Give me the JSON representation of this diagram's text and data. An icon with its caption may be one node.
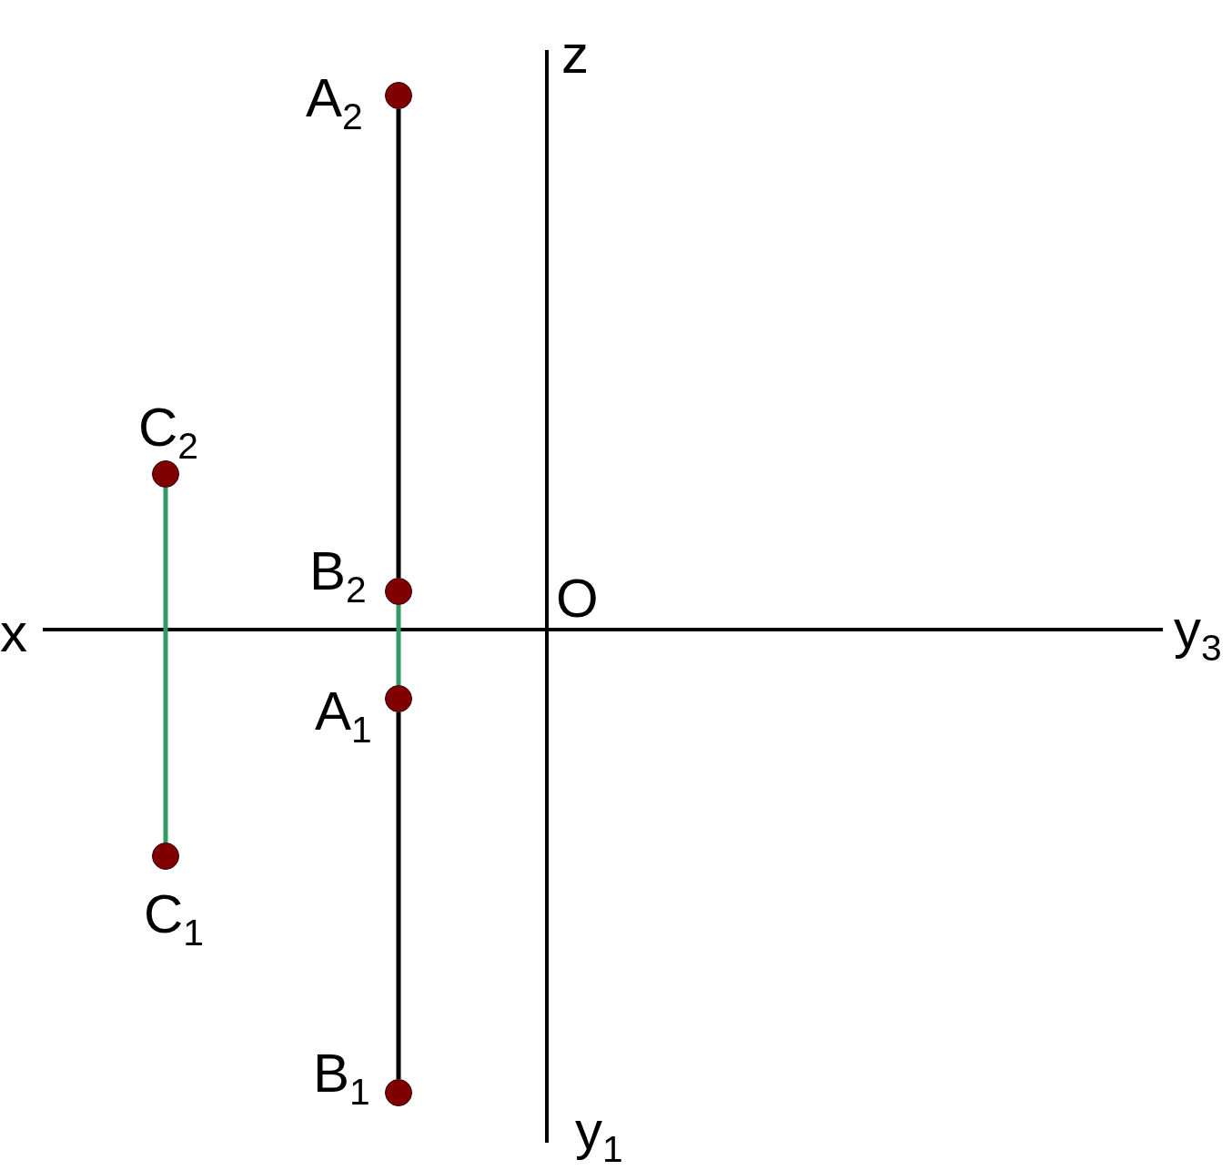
{
  "diagram": {
    "nodes": [
      {
        "text": [],
        "shape": "circle",
        "beside": [
          "A$_{2}$"
        ]
      },
      {
        "text": [],
        "shape": "circle",
        "beside": [
          "C$_{2}$"
        ]
      },
      {
        "text": [],
        "shape": "circle",
        "beside": [
          "B$_{2}$"
        ]
      },
      {
        "text": [],
        "shape": "circle",
        "beside": [
          "A$_{1}$"
        ]
      },
      {
        "text": [],
        "shape": "circle",
        "beside": [
          "C$_{1}$"
        ]
      },
      {
        "text": [],
        "shape": "circle",
        "beside": [
          "B$_{1}$"
        ]
      }
    ],
    "edges": [
      {
        "from": 0,
        "to": 2,
        "arrow": "none"
      },
      {
        "from": 2,
        "to": 3,
        "arrow": "none",
        "color": "#339966"
      },
      {
        "from": 3,
        "to": 5,
        "arrow": "none"
      },
      {
        "from": 1,
        "to": 4,
        "arrow": "none",
        "color": "#339966"
      }
    ],
    "labels": [
      "z",
      "O",
      "x",
      "y$_{3}$",
      "y$_{1}$"
    ]
  }
}
